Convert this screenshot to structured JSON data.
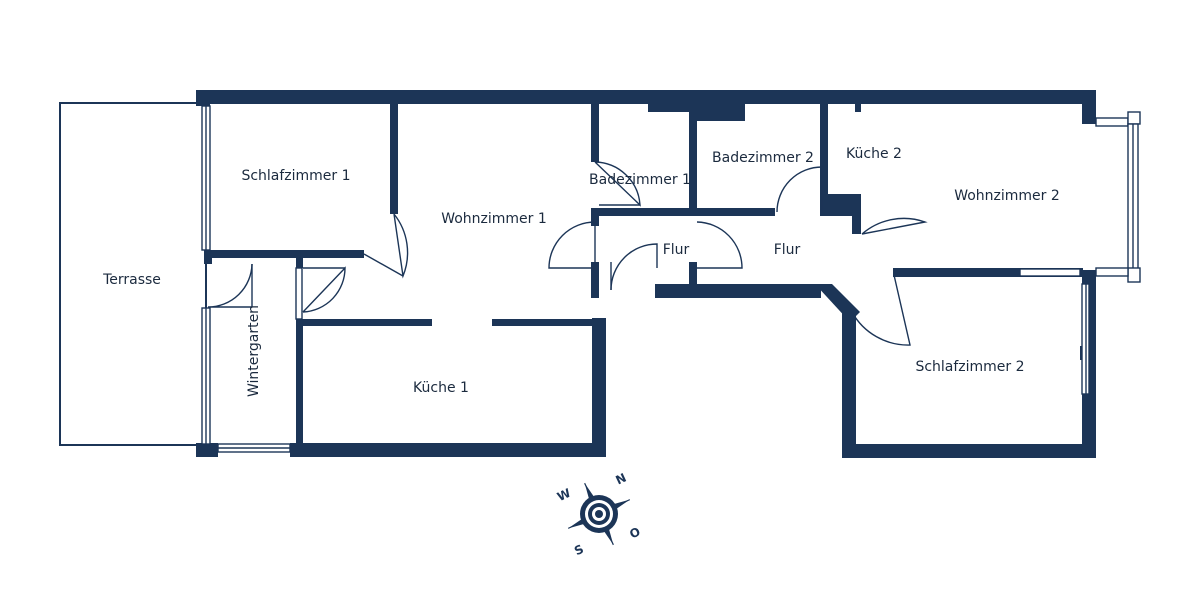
{
  "rooms": {
    "terrasse": "Terrasse",
    "schlafzimmer1": "Schlafzimmer 1",
    "wohnzimmer1": "Wohnzimmer 1",
    "badezimmer1": "Badezimmer 1",
    "badezimmer2": "Badezimmer 2",
    "kueche2": "Küche 2",
    "wohnzimmer2": "Wohnzimmer 2",
    "flur_left": "Flur",
    "flur_right": "Flur",
    "wintergarten": "Wintergarten",
    "kueche1": "Küche 1",
    "schlafzimmer2": "Schlafzimmer 2"
  },
  "compass": {
    "n": "N",
    "o": "O",
    "s": "S",
    "w": "W"
  },
  "colors": {
    "wall": "#1c3557",
    "label": "#1b2a3e",
    "background": "#ffffff"
  }
}
